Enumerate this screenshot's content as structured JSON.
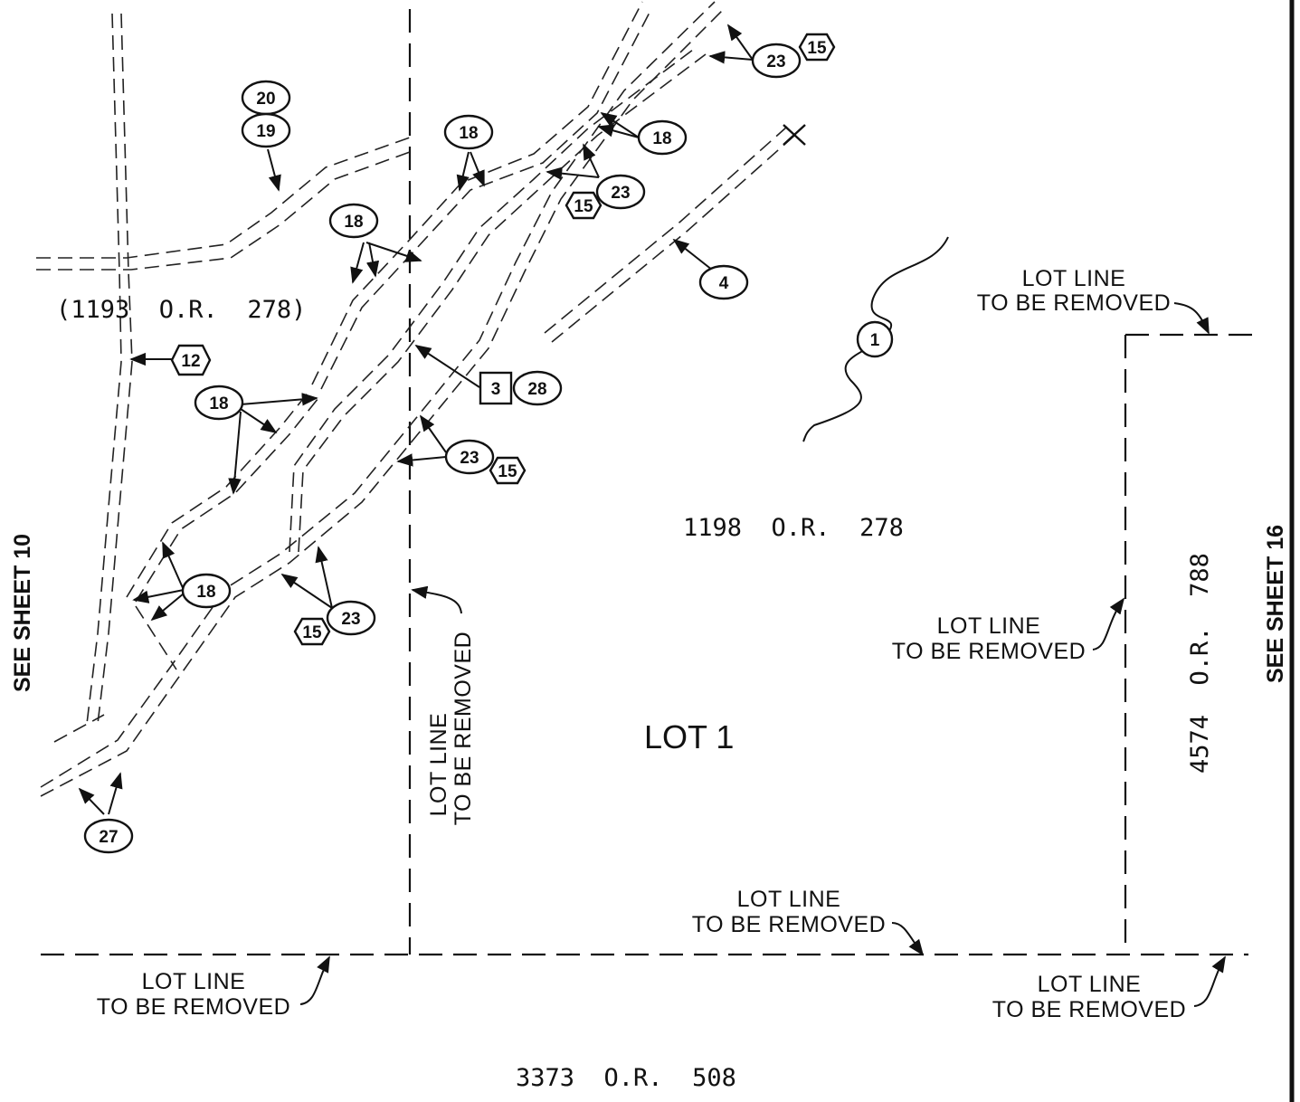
{
  "margins": {
    "left_sheet_ref": "SEE SHEET 10",
    "right_sheet_ref": "SEE SHEET 16"
  },
  "parcels": {
    "upper_left": "(1193  O.R.  278)",
    "center": "1198  O.R.  278",
    "right": "4574  O.R.  788",
    "bottom": "3373  O.R.  508"
  },
  "lot_label": "LOT 1",
  "lot_line_notes": {
    "line1": "LOT LINE",
    "line2": "TO BE REMOVED"
  },
  "callouts": {
    "n1": "1",
    "n3": "3",
    "n4": "4",
    "n12": "12",
    "n15": "15",
    "n18": "18",
    "n19": "19",
    "n20": "20",
    "n23": "23",
    "n27": "27",
    "n28": "28"
  }
}
